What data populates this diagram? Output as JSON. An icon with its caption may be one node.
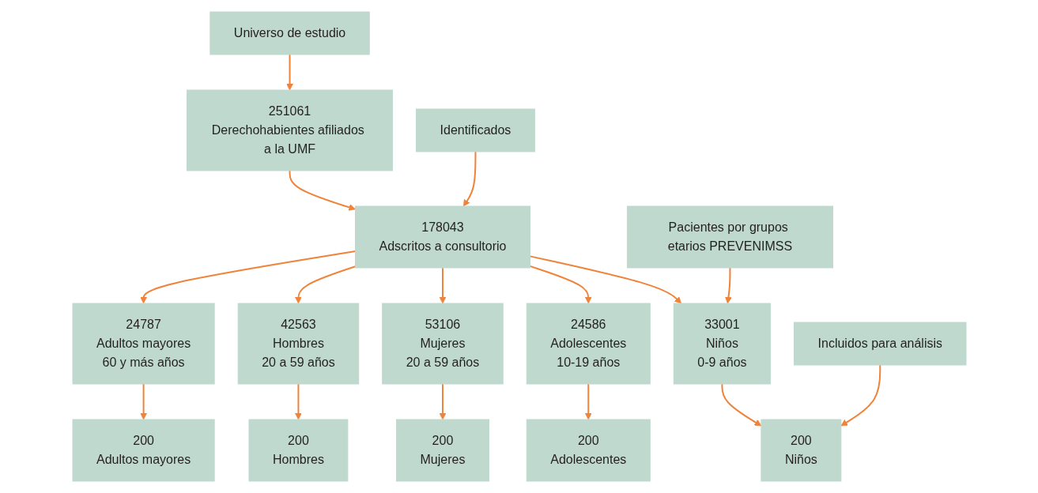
{
  "diagram": {
    "nodes": [
      {
        "text": [
          "Universo de estudio"
        ]
      },
      {
        "text": [
          "251061",
          "Derechohabientes afiliados a la UMF"
        ]
      },
      {
        "text": [
          "Identificados"
        ]
      },
      {
        "text": [
          "178043",
          "Adscritos a consultorio"
        ]
      },
      {
        "text": [
          "Pacientes por grupos etarios PREVENIMSS"
        ]
      },
      {
        "text": [
          "33001",
          "Niños",
          "0-9 años"
        ]
      },
      {
        "text": [
          "24586",
          "Adolescentes",
          "10-19 años"
        ]
      },
      {
        "text": [
          "53106",
          "Mujeres",
          "20 a 59 años"
        ]
      },
      {
        "text": [
          "42563",
          "Hombres",
          "20 a 59 años"
        ]
      },
      {
        "text": [
          "24787",
          "Adultos mayores",
          "60 y más años"
        ]
      },
      {
        "text": [
          "Incluidos para análisis"
        ]
      },
      {
        "text": [
          "200",
          "Niños"
        ]
      },
      {
        "text": [
          "200",
          "Adolescentes"
        ]
      },
      {
        "text": [
          "200",
          "Mujeres"
        ]
      },
      {
        "text": [
          "200",
          "Hombres"
        ]
      },
      {
        "text": [
          "200",
          "Adultos mayores"
        ]
      }
    ],
    "edges": [
      {
        "from": 0,
        "to": 1,
        "arrow": "to"
      },
      {
        "from": 1,
        "to": 3,
        "arrow": "to"
      },
      {
        "from": 2,
        "to": 3,
        "arrow": "to"
      },
      {
        "from": 3,
        "to": 5,
        "arrow": "to"
      },
      {
        "from": 3,
        "to": 6,
        "arrow": "to"
      },
      {
        "from": 3,
        "to": 7,
        "arrow": "to"
      },
      {
        "from": 3,
        "to": 8,
        "arrow": "to"
      },
      {
        "from": 3,
        "to": 9,
        "arrow": "to"
      },
      {
        "from": 4,
        "to": 5,
        "arrow": "to"
      },
      {
        "from": 5,
        "to": 11,
        "arrow": "to"
      },
      {
        "from": 6,
        "to": 12,
        "arrow": "to"
      },
      {
        "from": 7,
        "to": 13,
        "arrow": "to"
      },
      {
        "from": 8,
        "to": 14,
        "arrow": "to"
      },
      {
        "from": 9,
        "to": 15,
        "arrow": "to"
      },
      {
        "from": 10,
        "to": 11,
        "arrow": "to"
      }
    ]
  }
}
